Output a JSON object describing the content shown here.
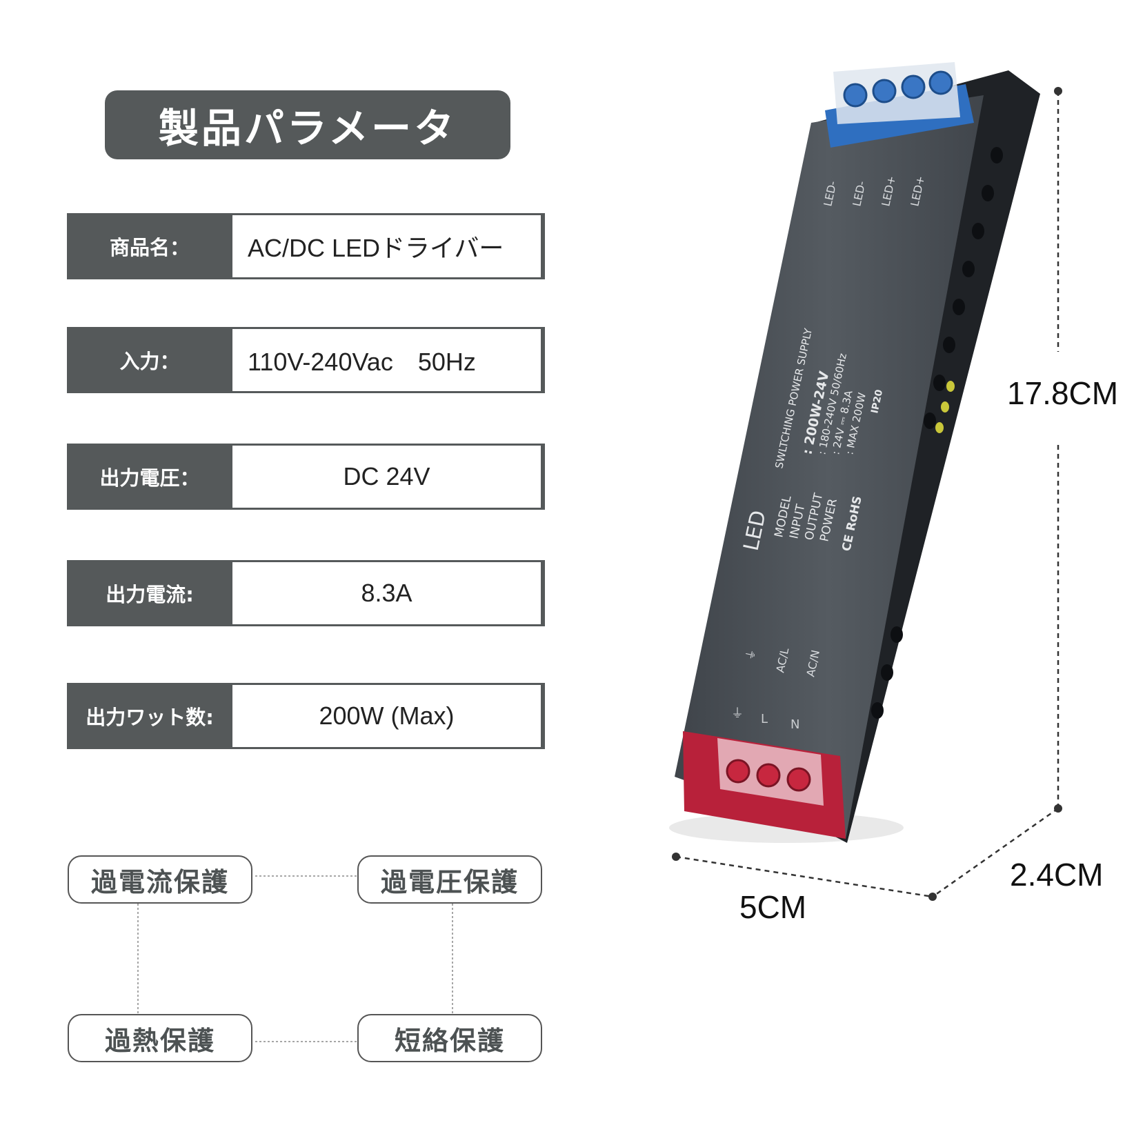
{
  "title": "製品パラメータ",
  "specs": [
    {
      "label": "商品名：",
      "value": "AC/DC LEDドライバー"
    },
    {
      "label": "入力：",
      "value": "110V-240Vac　50Hz"
    },
    {
      "label": "出力電圧：",
      "value": "DC 24V"
    },
    {
      "label": "出力電流:",
      "value": "8.3A"
    },
    {
      "label": "出力ワット数:",
      "value": "200W (Max)"
    }
  ],
  "protections": [
    "過電流保護",
    "過電圧保護",
    "過熱保護",
    "短絡保護"
  ],
  "dimensions": {
    "height": "17.8CM",
    "depth": "2.4CM",
    "width": "5CM"
  },
  "device_label": {
    "brand": "LED",
    "subtitle": "SWLTCHING POWER SUPPLY",
    "model_key": "MODEL",
    "model_val": ": 200W-24V",
    "input_key": "INPUT",
    "input_val": ": 180-240V 50/60Hz",
    "output_key": "OUTPUT",
    "output_val": ": 24V ⎓ 8.3A",
    "power_key": "POWER",
    "power_val": ": MAX 200W",
    "cert": "CE RoHS",
    "ip": "IP20",
    "out_terminals": [
      "LED-",
      "LED-",
      "LED+",
      "LED+"
    ],
    "in_terminals": [
      "⏚",
      "AC/L",
      "AC/N"
    ],
    "in_symbols": [
      "⏚",
      "L",
      "N"
    ]
  },
  "colors": {
    "panel": "#55595a",
    "device_body": "#4a4f55",
    "terminal_blue": "#2f6fc0",
    "terminal_red": "#c7273f"
  }
}
